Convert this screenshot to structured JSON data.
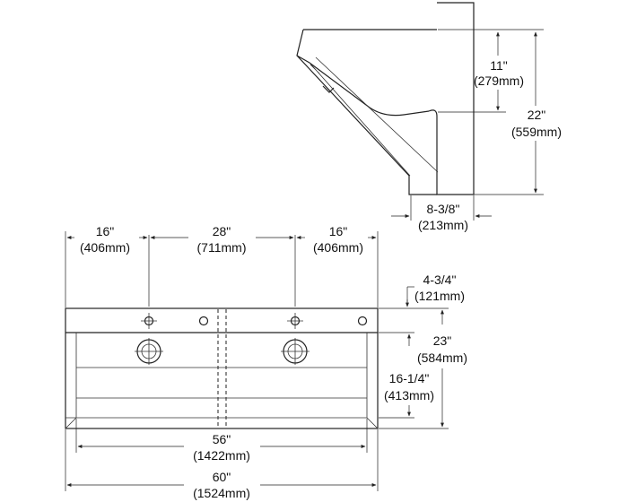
{
  "side_view": {
    "height_basin": {
      "imperial": "11\"",
      "metric": "(279mm)"
    },
    "height_total": {
      "imperial": "22\"",
      "metric": "(559mm)"
    },
    "depth_bottom": {
      "imperial": "8-3/8\"",
      "metric": "(213mm)"
    }
  },
  "front_view": {
    "spacing_left": {
      "imperial": "16\"",
      "metric": "(406mm)"
    },
    "spacing_center": {
      "imperial": "28\"",
      "metric": "(711mm)"
    },
    "spacing_right": {
      "imperial": "16\"",
      "metric": "(406mm)"
    },
    "deck_height": {
      "imperial": "4-3/4\"",
      "metric": "(121mm)"
    },
    "overall_height": {
      "imperial": "23\"",
      "metric": "(584mm)"
    },
    "bowl_depth": {
      "imperial": "16-1/4\"",
      "metric": "(413mm)"
    },
    "bowl_width": {
      "imperial": "56\"",
      "metric": "(1422mm)"
    },
    "overall_width": {
      "imperial": "60\"",
      "metric": "(1524mm)"
    }
  },
  "colors": {
    "line": "#222222",
    "background": "#ffffff"
  }
}
